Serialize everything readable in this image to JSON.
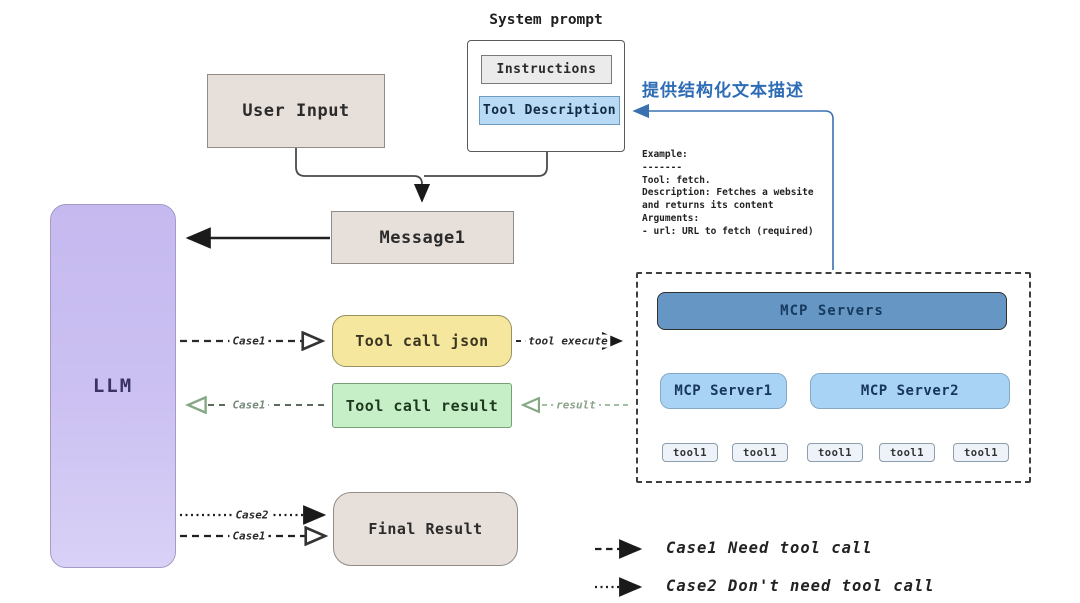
{
  "system_prompt": {
    "label": "System prompt",
    "instructions": "Instructions",
    "tool_description": "Tool Description"
  },
  "annotation": {
    "text": "提供结构化文本描述",
    "color": "#2e6cb5"
  },
  "example_text": "Example:\n-------\nTool: fetch.\nDescription: Fetches a website\nand returns its content\nArguments:\n- url: URL to fetch (required)",
  "boxes": {
    "user_input": "User Input",
    "message1": "Message1",
    "llm": "LLM",
    "tool_call_json": "Tool call json",
    "tool_call_result": "Tool call result",
    "final_result": "Final Result"
  },
  "arrow_labels": {
    "case1_to_json": "Case1",
    "tool_execute": "tool execute",
    "result": "result",
    "case1_from_result": "Case1",
    "case2_to_final": "Case2",
    "case1_to_final": "Case1"
  },
  "mcp": {
    "servers": "MCP Servers",
    "server1": "MCP Server1",
    "server2": "MCP Server2",
    "server1_tools": [
      "tool1",
      "tool1"
    ],
    "server2_tools": [
      "tool1",
      "tool1",
      "tool1"
    ]
  },
  "legend": {
    "rows": [
      {
        "style": "dashed",
        "label": "Case1 Need tool call"
      },
      {
        "style": "dotted",
        "label": "Case2 Don't need tool call"
      }
    ]
  },
  "colors": {
    "llm_fill": "#c5b9ef",
    "beige_fill": "#e6dfda",
    "json_fill": "#f6e79e",
    "result_fill": "#c6eec7",
    "mcp_servers_fill": "#6697c4",
    "server_fill": "#a9d3f5",
    "annotation_blue": "#2e6cb5"
  }
}
